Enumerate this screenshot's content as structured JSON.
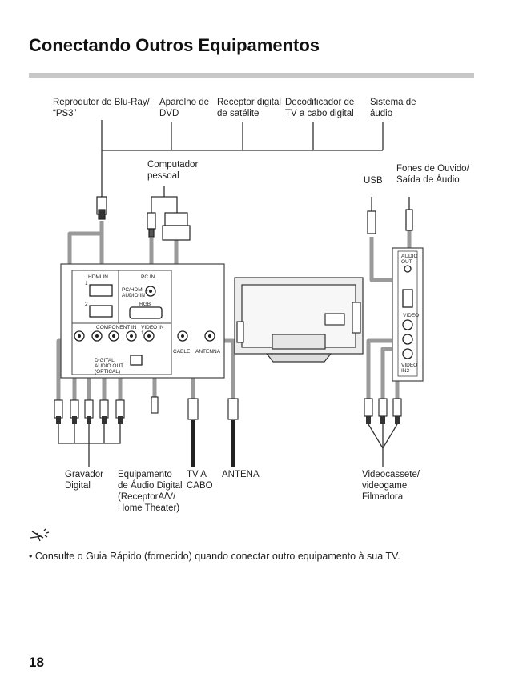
{
  "header": {
    "title": "Conectando Outros Equipamentos"
  },
  "devices_top": {
    "bluray": "Reprodutor de Blu-Ray/\n“PS3”",
    "dvd": "Aparelho de\nDVD",
    "satellite": "Receptor digital\nde satélite",
    "cable_box": "Decodificador de\nTV a cabo digital",
    "audio_system": "Sistema de\náudio",
    "computer": "Computador\npessoal",
    "usb": "USB",
    "headphones": "Fones de Ouvido/\nSaída de Áudio"
  },
  "devices_bottom": {
    "recorder": "Gravador\nDigital",
    "audio_equipment": "Equipamento\nde Áudio Digital\n(ReceptorA/V/\nHome Theater)",
    "cable_tv": "TV A\nCABO",
    "antenna": "ANTENA",
    "video": "Videocassete/\nvideogame\nFilmadora"
  },
  "panel": {
    "hdmi_in": "HDMI IN",
    "hdmi_1": "1",
    "hdmi_2": "2",
    "pc_in": "PC IN",
    "pc_audio": "PC/HDMI 1\nAUDIO IN",
    "rgb": "RGB",
    "component_in": "COMPONENT IN",
    "video_in_1": "VIDEO IN\n1",
    "digital_audio": "DIGITAL\nAUDIO OUT\n(OPTICAL)",
    "cable": "CABLE",
    "antenna": "ANTENNA",
    "audio_out": "AUDIO\nOUT",
    "video_in_2": "VIDEO\nIN2",
    "video_side": "VIDEO"
  },
  "tip": {
    "icon": "tip-icon",
    "text": "•  Consulte o Guia Rápido (fornecido) quando conectar outro equipamento à sua TV."
  },
  "footer": {
    "page_number": "18"
  }
}
